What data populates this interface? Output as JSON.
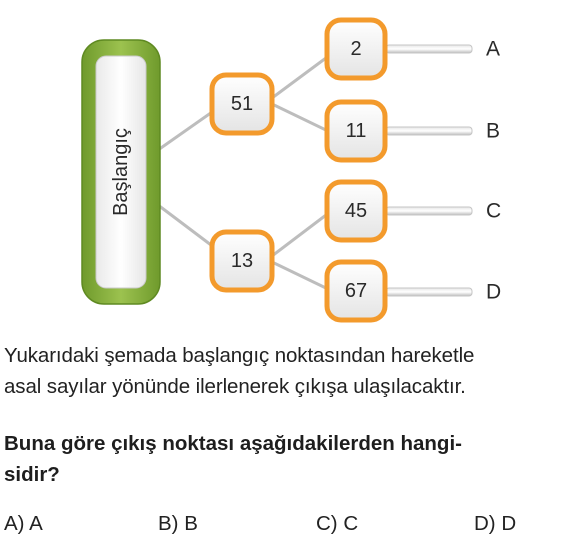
{
  "diagram": {
    "start_label": "Başlangıç",
    "level1": [
      "51",
      "13"
    ],
    "level2": [
      "2",
      "11",
      "45",
      "67"
    ],
    "exits": [
      "A",
      "B",
      "C",
      "D"
    ],
    "colors": {
      "start_fill": "#7fab3a",
      "node_border": "#f39a2c",
      "connector": "#bdbdbd"
    }
  },
  "text": {
    "paragraph_line1": "Yukarıdaki şemada başlangıç noktasından hareketle",
    "paragraph_line2": "asal sayılar yönünde ilerlenerek çıkışa ulaşılacaktır.",
    "question_line1": "Buna göre çıkış noktası aşağıdakilerden hangi-",
    "question_line2": "sidir?"
  },
  "options": [
    "A) A",
    "B) B",
    "C) C",
    "D) D"
  ]
}
